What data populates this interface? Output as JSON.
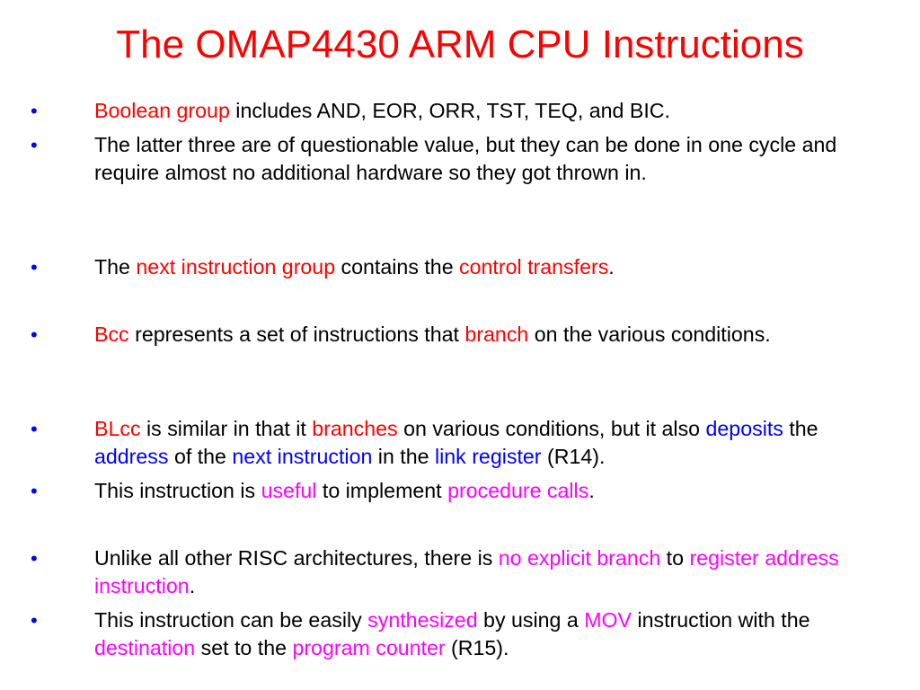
{
  "slide": {
    "title": "The OMAP4430 ARM CPU Instructions",
    "bullet_glyph": "•",
    "bullets": [
      {
        "segments": [
          {
            "text": "Boolean group",
            "color": "red"
          },
          {
            "text": " includes AND, EOR, ORR, TST, TEQ, and BIC.",
            "color": "black"
          }
        ]
      },
      {
        "segments": [
          {
            "text": "The latter three are of questionable value, but they can be done in one cycle and require almost no additional hardware so they got thrown in.",
            "color": "black"
          }
        ]
      },
      {
        "segments": [
          {
            "text": "The ",
            "color": "black"
          },
          {
            "text": "next instruction group",
            "color": "red"
          },
          {
            "text": " contains the ",
            "color": "black"
          },
          {
            "text": "control transfers",
            "color": "red"
          },
          {
            "text": ".",
            "color": "black"
          }
        ]
      },
      {
        "segments": [
          {
            "text": "Bcc",
            "color": "red"
          },
          {
            "text": " represents a set  of instructions that ",
            "color": "black"
          },
          {
            "text": "branch",
            "color": "red"
          },
          {
            "text": " on the various conditions.",
            "color": "black"
          }
        ]
      },
      {
        "segments": [
          {
            "text": "BLcc",
            "color": "red"
          },
          {
            "text": " is similar in that it ",
            "color": "black"
          },
          {
            "text": "branches",
            "color": "red"
          },
          {
            "text": " on various conditions, but it also ",
            "color": "black"
          },
          {
            "text": "deposits",
            "color": "blue"
          },
          {
            "text": " the ",
            "color": "black"
          },
          {
            "text": "address",
            "color": "blue"
          },
          {
            "text": " of the ",
            "color": "black"
          },
          {
            "text": "next instruction",
            "color": "blue"
          },
          {
            "text": " in the ",
            "color": "black"
          },
          {
            "text": "link register",
            "color": "blue"
          },
          {
            "text": " (R14).",
            "color": "black"
          }
        ]
      },
      {
        "segments": [
          {
            "text": "This instruction is ",
            "color": "black"
          },
          {
            "text": "useful",
            "color": "magenta"
          },
          {
            "text": " to implement ",
            "color": "black"
          },
          {
            "text": "procedure calls",
            "color": "magenta"
          },
          {
            "text": ".",
            "color": "black"
          }
        ]
      },
      {
        "segments": [
          {
            "text": "Unlike all other RISC architectures, there is ",
            "color": "black"
          },
          {
            "text": "no explicit branch",
            "color": "magenta"
          },
          {
            "text": " to ",
            "color": "black"
          },
          {
            "text": "register address instruction",
            "color": "magenta"
          },
          {
            "text": ".",
            "color": "black"
          }
        ]
      },
      {
        "segments": [
          {
            "text": "This instruction can be easily ",
            "color": "black"
          },
          {
            "text": "synthesized",
            "color": "magenta"
          },
          {
            "text": " by using a ",
            "color": "black"
          },
          {
            "text": "MOV",
            "color": "magenta"
          },
          {
            "text": " instruction with the ",
            "color": "black"
          },
          {
            "text": "destination",
            "color": "magenta"
          },
          {
            "text": " set to the ",
            "color": "black"
          },
          {
            "text": "program counter",
            "color": "magenta"
          },
          {
            "text": " (R15).",
            "color": "black"
          }
        ]
      }
    ]
  },
  "colors": {
    "title": "#ff0000",
    "bullet_glyph": "#0000ff",
    "black": "#000000",
    "red": "#ff0000",
    "blue": "#0000ff",
    "magenta": "#ff00ff",
    "background": "#ffffff"
  }
}
